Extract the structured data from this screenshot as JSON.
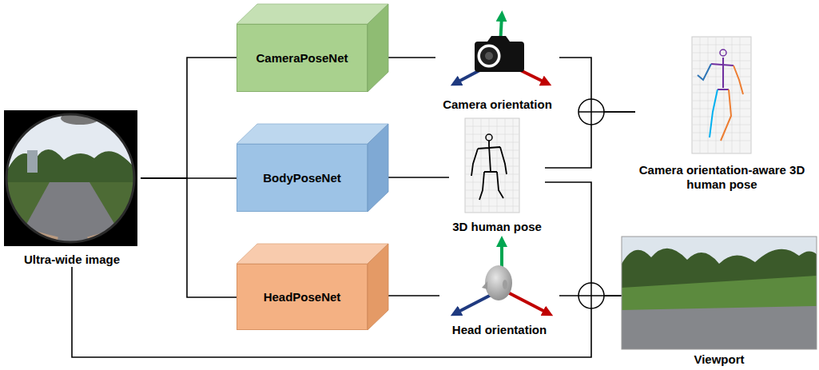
{
  "diagram": {
    "nodes": [
      {
        "text": [
          "Ultra-wide image"
        ]
      },
      {
        "text": [
          "CameraPoseNet"
        ]
      },
      {
        "text": [
          "BodyPoseNet"
        ]
      },
      {
        "text": [
          "HeadPoseNet"
        ]
      },
      {
        "text": [
          "Camera orientation"
        ]
      },
      {
        "text": [
          "3D human pose"
        ]
      },
      {
        "text": [
          "Head orientation"
        ]
      },
      {
        "text": [
          "Camera orientation-aware 3D human pose"
        ]
      },
      {
        "text": [
          "Viewport"
        ]
      }
    ],
    "edges": [
      {
        "from": 0,
        "to": 1,
        "arrow": "none"
      },
      {
        "from": 0,
        "to": 2,
        "arrow": "none"
      },
      {
        "from": 0,
        "to": 3,
        "arrow": "none"
      },
      {
        "from": 1,
        "to": 4,
        "arrow": "none"
      },
      {
        "from": 2,
        "to": 5,
        "arrow": "none"
      },
      {
        "from": 3,
        "to": 6,
        "arrow": "none"
      },
      {
        "from": 4,
        "to": 7,
        "arrow": "none"
      },
      {
        "from": 5,
        "to": 7,
        "arrow": "none"
      },
      {
        "from": 5,
        "to": 8,
        "arrow": "none"
      },
      {
        "from": 6,
        "to": 8,
        "arrow": "none"
      },
      {
        "from": 0,
        "to": 8,
        "arrow": "none"
      }
    ]
  }
}
